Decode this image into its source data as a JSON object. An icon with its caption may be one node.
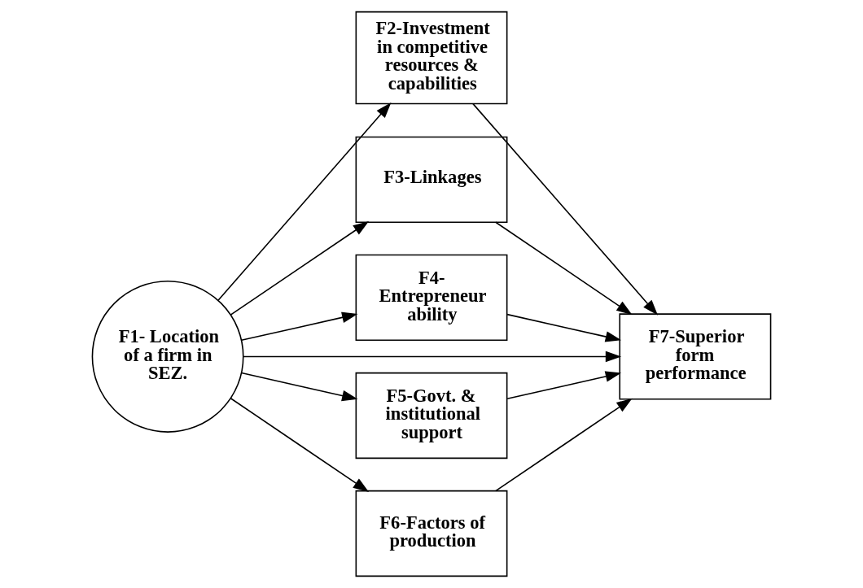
{
  "diagram": {
    "nodes": [
      {
        "text": [
          "F1- Location of a firm in SEZ."
        ]
      },
      {
        "text": [
          "F2-Investment in competitive resources & capabilities"
        ]
      },
      {
        "text": [
          "F3-Linkages"
        ]
      },
      {
        "text": [
          "F4- Entrepreneur ability"
        ]
      },
      {
        "text": [
          "F5-Govt. & institutional support"
        ]
      },
      {
        "text": [
          "F6-Factors of production"
        ]
      },
      {
        "text": [
          "F7-Superior form performance"
        ]
      }
    ],
    "edges": [
      {
        "from": 0,
        "to": 1,
        "arrow": "to"
      },
      {
        "from": 0,
        "to": 2,
        "arrow": "to"
      },
      {
        "from": 0,
        "to": 3,
        "arrow": "to"
      },
      {
        "from": 0,
        "to": 4,
        "arrow": "to"
      },
      {
        "from": 0,
        "to": 5,
        "arrow": "to"
      },
      {
        "from": 1,
        "to": 6,
        "arrow": "to"
      },
      {
        "from": 2,
        "to": 6,
        "arrow": "to"
      },
      {
        "from": 3,
        "to": 6,
        "arrow": "to"
      },
      {
        "from": 4,
        "to": 6,
        "arrow": "to"
      },
      {
        "from": 5,
        "to": 6,
        "arrow": "to"
      },
      {
        "from": 0,
        "to": 6,
        "arrow": "to"
      }
    ]
  }
}
